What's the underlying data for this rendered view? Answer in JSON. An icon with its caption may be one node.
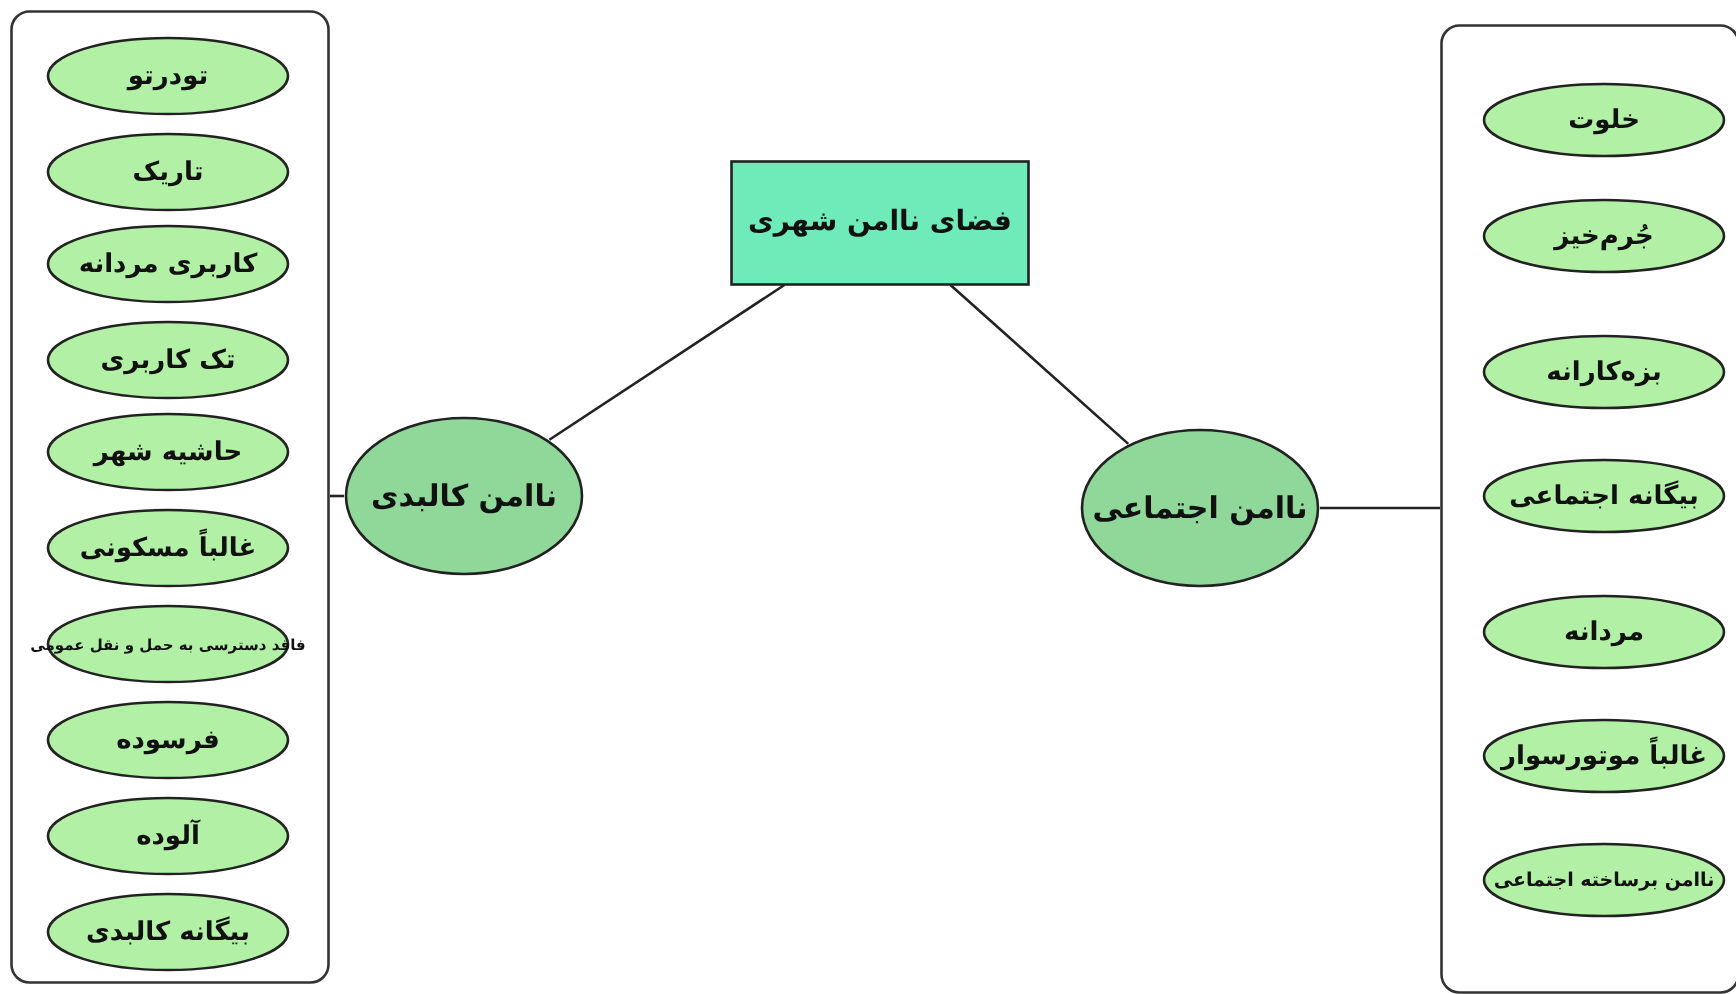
{
  "diagram": {
    "nodes": [
      {
        "text": [
          "فضای ناامن شهری"
        ]
      },
      {
        "text": [
          "ناامن کالبدی"
        ]
      },
      {
        "text": [
          "ناامن اجتماعی"
        ]
      },
      {
        "text": [],
        "shape": "box"
      },
      {
        "text": [
          "تودرتو"
        ],
        "in": 3
      },
      {
        "text": [
          "تاریک"
        ],
        "in": 3
      },
      {
        "text": [
          "کاربری مردانه"
        ],
        "in": 3
      },
      {
        "text": [
          "تک کاربری"
        ],
        "in": 3
      },
      {
        "text": [
          "حاشیه شهر"
        ],
        "in": 3
      },
      {
        "text": [
          "غالباً مسکونی"
        ],
        "in": 3
      },
      {
        "text": [
          "فاقد دسترسی به حمل و نقل عمومی"
        ],
        "in": 3
      },
      {
        "text": [
          "فرسوده"
        ],
        "in": 3
      },
      {
        "text": [
          "آلوده"
        ],
        "in": 3
      },
      {
        "text": [
          "بیگانه کالبدی"
        ],
        "in": 3
      },
      {
        "text": [],
        "shape": "box"
      },
      {
        "text": [
          "خلوت"
        ],
        "in": 14
      },
      {
        "text": [
          "جُرم‌خیز"
        ],
        "in": 14
      },
      {
        "text": [
          "بزه‌کارانه"
        ],
        "in": 14
      },
      {
        "text": [
          "بیگانه اجتماعی"
        ],
        "in": 14
      },
      {
        "text": [
          "مردانه"
        ],
        "in": 14
      },
      {
        "text": [
          "غالباً موتورسوار"
        ],
        "in": 14
      },
      {
        "text": [
          "ناامن برساخته اجتماعی"
        ],
        "in": 14
      }
    ],
    "edges": [
      {
        "from": 0,
        "to": 1,
        "arrow": "none"
      },
      {
        "from": 0,
        "to": 2,
        "arrow": "none"
      },
      {
        "from": 1,
        "to": 3,
        "arrow": "none"
      },
      {
        "from": 2,
        "to": 14,
        "arrow": "none"
      }
    ]
  }
}
